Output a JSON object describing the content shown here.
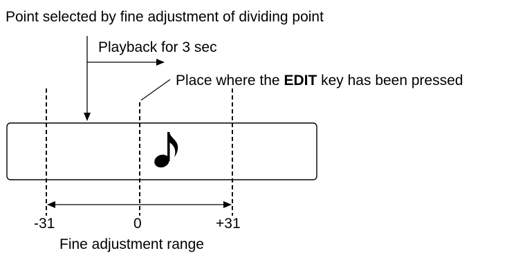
{
  "labels": {
    "title": "Point selected by fine adjustment of dividing point",
    "playback": "Playback for 3 sec",
    "edit_prefix": "Place where the ",
    "edit_key": "EDIT",
    "edit_suffix": " key has been pressed",
    "range": "Fine adjustment range"
  },
  "ticks": {
    "minus": "-31",
    "zero": "0",
    "plus": "+31"
  },
  "icons": {
    "note": "music-note-icon"
  }
}
